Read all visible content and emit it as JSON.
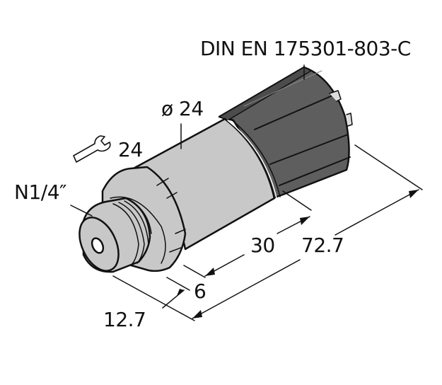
{
  "diagram": {
    "type": "dimensional-drawing",
    "subject": "pressure sensor",
    "colors": {
      "body": "#c8c8c8",
      "connector": "#5e5e5e",
      "connector_highlight": "#6e6e6e",
      "outline": "#111111",
      "background": "#ffffff"
    },
    "labels": {
      "connector_standard": "DIN EN 175301-803-C",
      "diameter": "ø 24",
      "wrench_size": "24",
      "thread": "N1/4″",
      "dim_30": "30",
      "dim_72_7": "72.7",
      "dim_6": "6",
      "dim_12_7": "12.7"
    },
    "icons": {
      "wrench": "wrench-icon"
    }
  }
}
